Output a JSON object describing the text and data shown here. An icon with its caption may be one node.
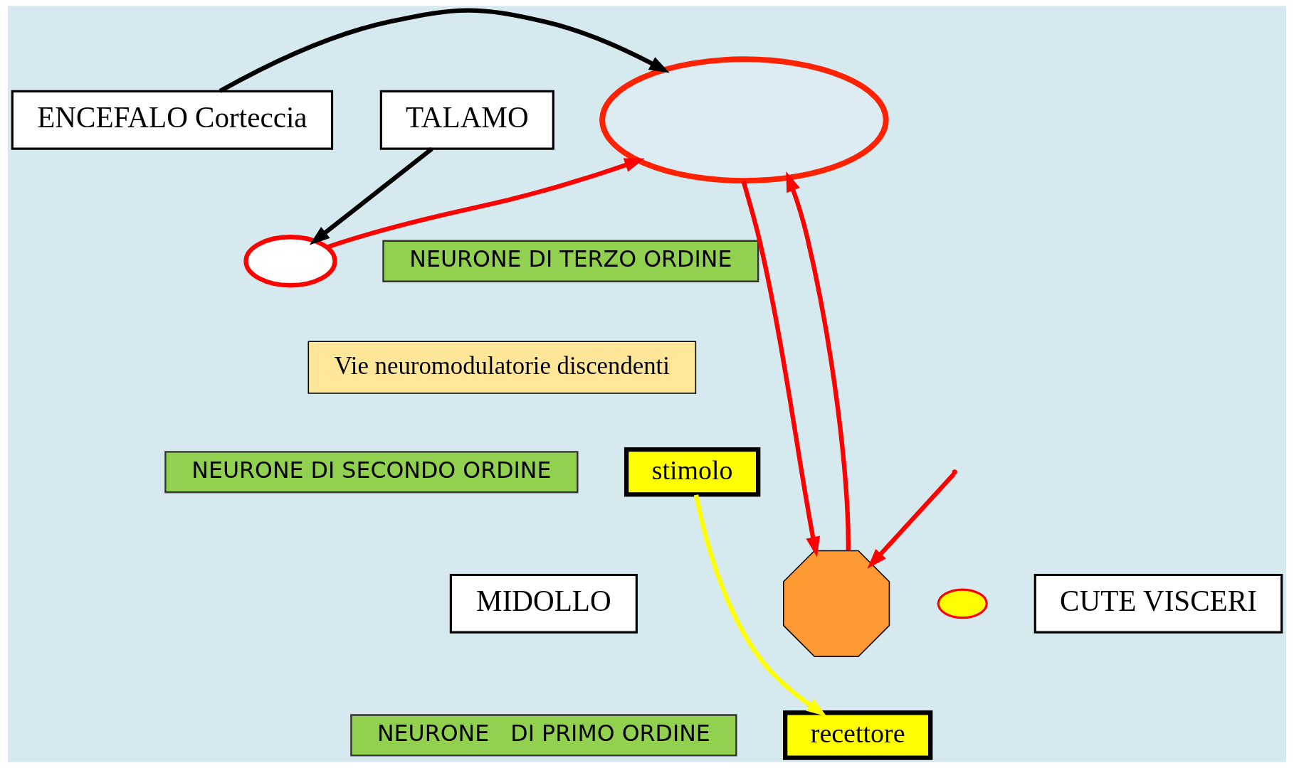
{
  "diagram": {
    "nodes": [
      {
        "text": [
          "ENCEFALO Corteccia"
        ]
      },
      {
        "text": [],
        "shape": "circle"
      },
      {
        "text": [],
        "shape": "circle"
      },
      {
        "text": [
          "TALAMO"
        ]
      },
      {
        "text": [
          "NEURONE DI TERZO ORDINE"
        ]
      },
      {
        "text": [
          "Vie neuromodulatorie discendenti"
        ]
      },
      {
        "text": [
          "NEURONE DI SECONDO ORDINE"
        ]
      },
      {
        "text": [
          "stimolo"
        ]
      },
      {
        "text": [
          "MIDOLLO"
        ]
      },
      {
        "text": [],
        "shape": "octagon"
      },
      {
        "text": [],
        "shape": "circle"
      },
      {
        "text": [
          "CUTE VISCERI"
        ]
      },
      {
        "text": [
          "NEURONE   DI PRIMO ORDINE"
        ]
      },
      {
        "text": [
          "recettore"
        ]
      }
    ],
    "edges": [
      {
        "from": 0,
        "to": 1,
        "arrow": "to",
        "color": "#000000"
      },
      {
        "from": 3,
        "to": 2,
        "arrow": "to",
        "color": "#000000"
      },
      {
        "from": 2,
        "to": 1,
        "arrow": "to"
      },
      {
        "from": 1,
        "to": 9,
        "arrow": "to"
      },
      {
        "from": 9,
        "to": 1,
        "arrow": "to"
      },
      {
        "from": null,
        "to": 9,
        "arrow": "to"
      },
      {
        "from": 7,
        "to": 13,
        "arrow": "to",
        "color": "#ffff00"
      }
    ]
  }
}
